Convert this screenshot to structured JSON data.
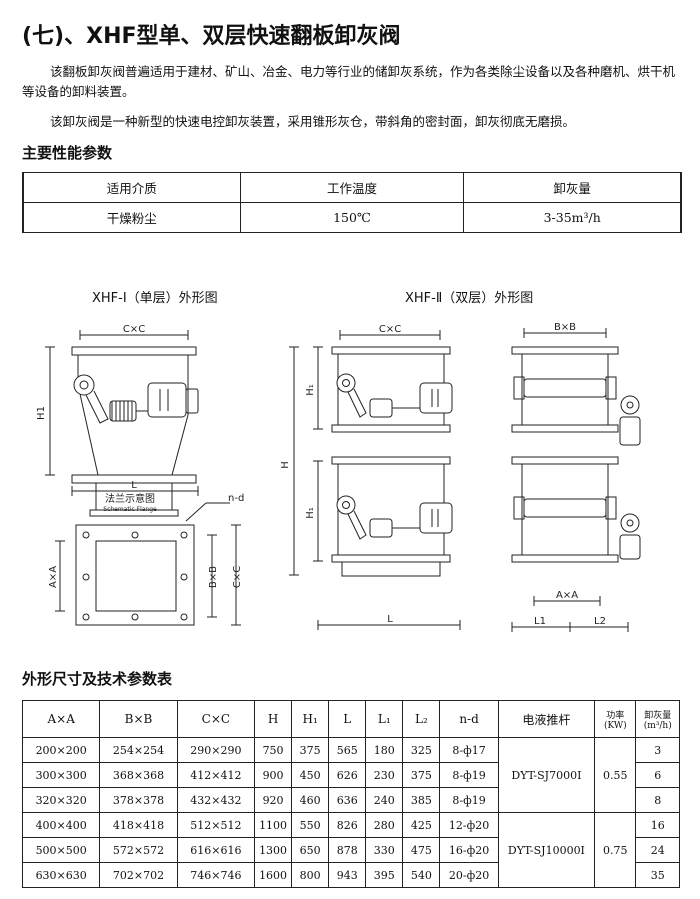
{
  "title": "(七)、XHF型单、双层快速翻板卸灰阀",
  "intro": [
    "该翻板卸灰阀普遍适用于建材、矿山、冶金、电力等行业的储卸灰系统，作为各类除尘设备以及各种磨机、烘干机等设备的卸料装置。",
    "该卸灰阀是一种新型的快速电控卸灰装置，采用锥形灰仓，带斜角的密封面，卸灰彻底无磨损。"
  ],
  "perf_section": "主要性能参数",
  "perf_table": {
    "headers": [
      "适用介质",
      "工作温度",
      "卸灰量"
    ],
    "row": [
      "干燥粉尘",
      "150℃",
      "3-35m³/h"
    ]
  },
  "figures": {
    "single_label": "XHF-Ⅰ（单层）外形图",
    "double_label": "XHF-Ⅱ（双层）外形图",
    "labels": {
      "cxc": "C×C",
      "bxb": "B×B",
      "axa": "A×A",
      "h1": "H1",
      "h1_sub": "H₁",
      "h": "H",
      "l": "L",
      "l1": "L1",
      "l2": "L2",
      "nd": "n-d",
      "flange_cn": "法兰示意图",
      "flange_en": "Schematic Flange",
      "bxb_v": "B×B",
      "cxc_v": "C×C",
      "axa_v": "A×A"
    }
  },
  "dims_section": "外形尺寸及技术参数表",
  "dims_table": {
    "headers": [
      "A×A",
      "B×B",
      "C×C",
      "H",
      "H₁",
      "L",
      "L₁",
      "L₂",
      "n-d",
      "电液推杆",
      "功率(KW)",
      "卸灰量(m³/h)"
    ],
    "rows": [
      [
        "200×200",
        "254×254",
        "290×290",
        "750",
        "375",
        "565",
        "180",
        "325",
        "8-ф17",
        "3"
      ],
      [
        "300×300",
        "368×368",
        "412×412",
        "900",
        "450",
        "626",
        "230",
        "375",
        "8-ф19",
        "6"
      ],
      [
        "320×320",
        "378×378",
        "432×432",
        "920",
        "460",
        "636",
        "240",
        "385",
        "8-ф19",
        "8"
      ],
      [
        "400×400",
        "418×418",
        "512×512",
        "1100",
        "550",
        "826",
        "280",
        "425",
        "12-ф20",
        "16"
      ],
      [
        "500×500",
        "572×572",
        "616×616",
        "1300",
        "650",
        "878",
        "330",
        "475",
        "16-ф20",
        "24"
      ],
      [
        "630×630",
        "702×702",
        "746×746",
        "1600",
        "800",
        "943",
        "395",
        "540",
        "20-ф20",
        "35"
      ]
    ],
    "groups": [
      {
        "actuator": "DYT-SJ7000I",
        "power": "0.55"
      },
      {
        "actuator": "DYT-SJ10000I",
        "power": "0.75"
      }
    ]
  }
}
